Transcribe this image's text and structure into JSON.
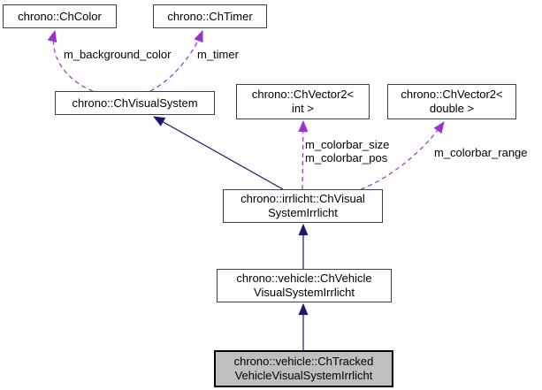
{
  "diagram": {
    "type": "class-collaboration-graph",
    "colors": {
      "inheritance_edge": "#191970",
      "usage_edge": "#9a32cd",
      "node_fill": "#ffffff",
      "node_border": "#404040",
      "current_node_fill": "#bfbfbf",
      "current_node_border": "#000000",
      "background": "#ffffff",
      "text": "#000000"
    },
    "nodes": [
      {
        "id": "ChColor",
        "lines": [
          "chrono::ChColor"
        ],
        "current": false
      },
      {
        "id": "ChTimer",
        "lines": [
          "chrono::ChTimer"
        ],
        "current": false
      },
      {
        "id": "ChVisualSystem",
        "lines": [
          "chrono::ChVisualSystem"
        ],
        "current": false
      },
      {
        "id": "ChVector2Int",
        "lines": [
          "chrono::ChVector2<",
          "int >"
        ],
        "current": false
      },
      {
        "id": "ChVector2Double",
        "lines": [
          "chrono::ChVector2<",
          "double >"
        ],
        "current": false
      },
      {
        "id": "ChVisualSystemIrrlicht",
        "lines": [
          "chrono::irrlicht::ChVisual",
          "SystemIrrlicht"
        ],
        "current": false
      },
      {
        "id": "ChVehicleVisualSystemIrrlicht",
        "lines": [
          "chrono::vehicle::ChVehicle",
          "VisualSystemIrrlicht"
        ],
        "current": false
      },
      {
        "id": "ChTrackedVehicleVisualSystemIrrlicht",
        "lines": [
          "chrono::vehicle::ChTracked",
          "VehicleVisualSystemIrrlicht"
        ],
        "current": true
      }
    ],
    "edges": [
      {
        "type": "usage",
        "from": "chrono::ChVisualSystem",
        "to": "chrono::ChColor",
        "labels": [
          "m_background_color"
        ]
      },
      {
        "type": "usage",
        "from": "chrono::ChVisualSystem",
        "to": "chrono::ChTimer",
        "labels": [
          "m_timer"
        ]
      },
      {
        "type": "inheritance",
        "from": "chrono::irrlicht::ChVisualSystemIrrlicht",
        "to": "chrono::ChVisualSystem",
        "labels": []
      },
      {
        "type": "usage",
        "from": "chrono::irrlicht::ChVisualSystemIrrlicht",
        "to": "chrono::ChVector2< int >",
        "labels": [
          "m_colorbar_size",
          "m_colorbar_pos"
        ]
      },
      {
        "type": "usage",
        "from": "chrono::irrlicht::ChVisualSystemIrrlicht",
        "to": "chrono::ChVector2< double >",
        "labels": [
          "m_colorbar_range"
        ]
      },
      {
        "type": "inheritance",
        "from": "chrono::vehicle::ChVehicleVisualSystemIrrlicht",
        "to": "chrono::irrlicht::ChVisualSystemIrrlicht",
        "labels": []
      },
      {
        "type": "inheritance",
        "from": "chrono::vehicle::ChTrackedVehicleVisualSystemIrrlicht",
        "to": "chrono::vehicle::ChVehicleVisualSystemIrrlicht",
        "labels": []
      }
    ]
  }
}
